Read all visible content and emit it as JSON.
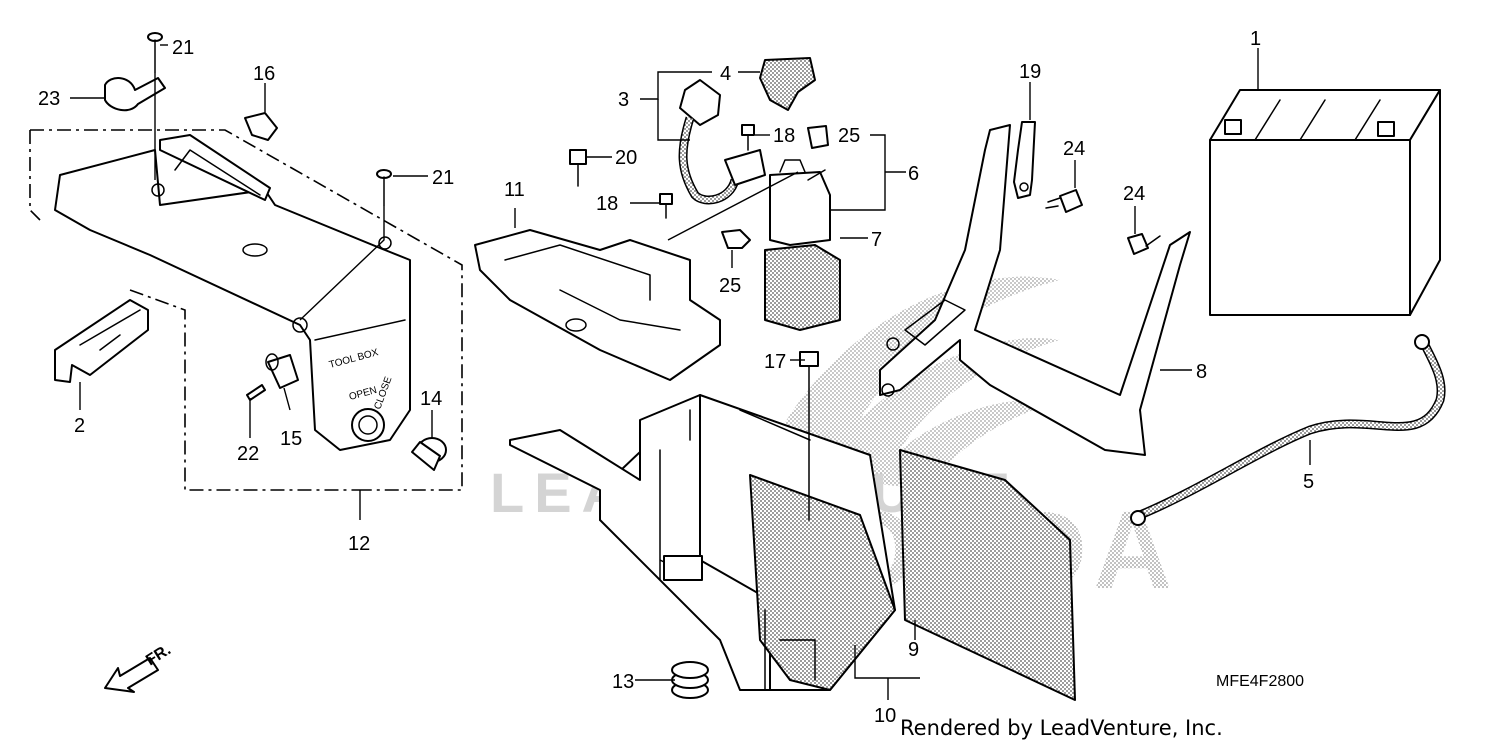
{
  "diagram_code": "MFE4F2800",
  "credit": "Rendered by LeadVenture, Inc.",
  "front_marker": "FR.",
  "watermark": {
    "text": "LEADVENTURE",
    "brand": "HONDA",
    "mark": "wing-logo"
  },
  "tool_box_labels": {
    "tool_box": "TOOL BOX",
    "open": "OPEN",
    "close": "CLOSE"
  },
  "callouts": [
    "1",
    "2",
    "3",
    "4",
    "5",
    "6",
    "7",
    "8",
    "9",
    "10",
    "11",
    "12",
    "13",
    "14",
    "15",
    "16",
    "17",
    "18",
    "18",
    "19",
    "20",
    "21",
    "21",
    "22",
    "23",
    "24",
    "24",
    "25",
    "25"
  ],
  "colors": {
    "line": "#000000",
    "background": "#ffffff",
    "watermark": "#d4d4d4"
  }
}
